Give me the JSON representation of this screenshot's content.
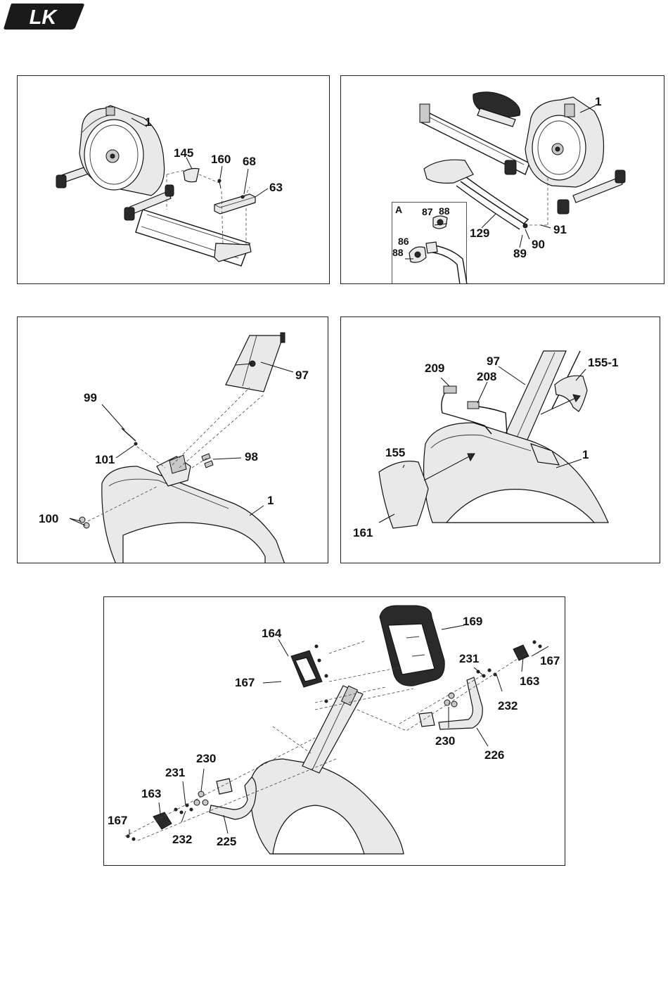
{
  "brand": {
    "logo_text": "LK"
  },
  "panels": {
    "p1": {
      "labels": [
        "1",
        "145",
        "160",
        "68",
        "63"
      ]
    },
    "p2": {
      "labels": [
        "1",
        "91",
        "90",
        "89",
        "129"
      ],
      "inset": {
        "title": "A",
        "labels": [
          "87",
          "88",
          "86",
          "88"
        ]
      }
    },
    "p3": {
      "labels": [
        "97",
        "99",
        "101",
        "98",
        "100",
        "1"
      ]
    },
    "p4": {
      "labels": [
        "209",
        "97",
        "208",
        "155-1",
        "155",
        "1",
        "161"
      ]
    },
    "p5": {
      "labels": [
        "164",
        "169",
        "167",
        "231",
        "163",
        "167",
        "232",
        "230",
        "226",
        "230",
        "231",
        "163",
        "167",
        "232",
        "225"
      ]
    }
  }
}
